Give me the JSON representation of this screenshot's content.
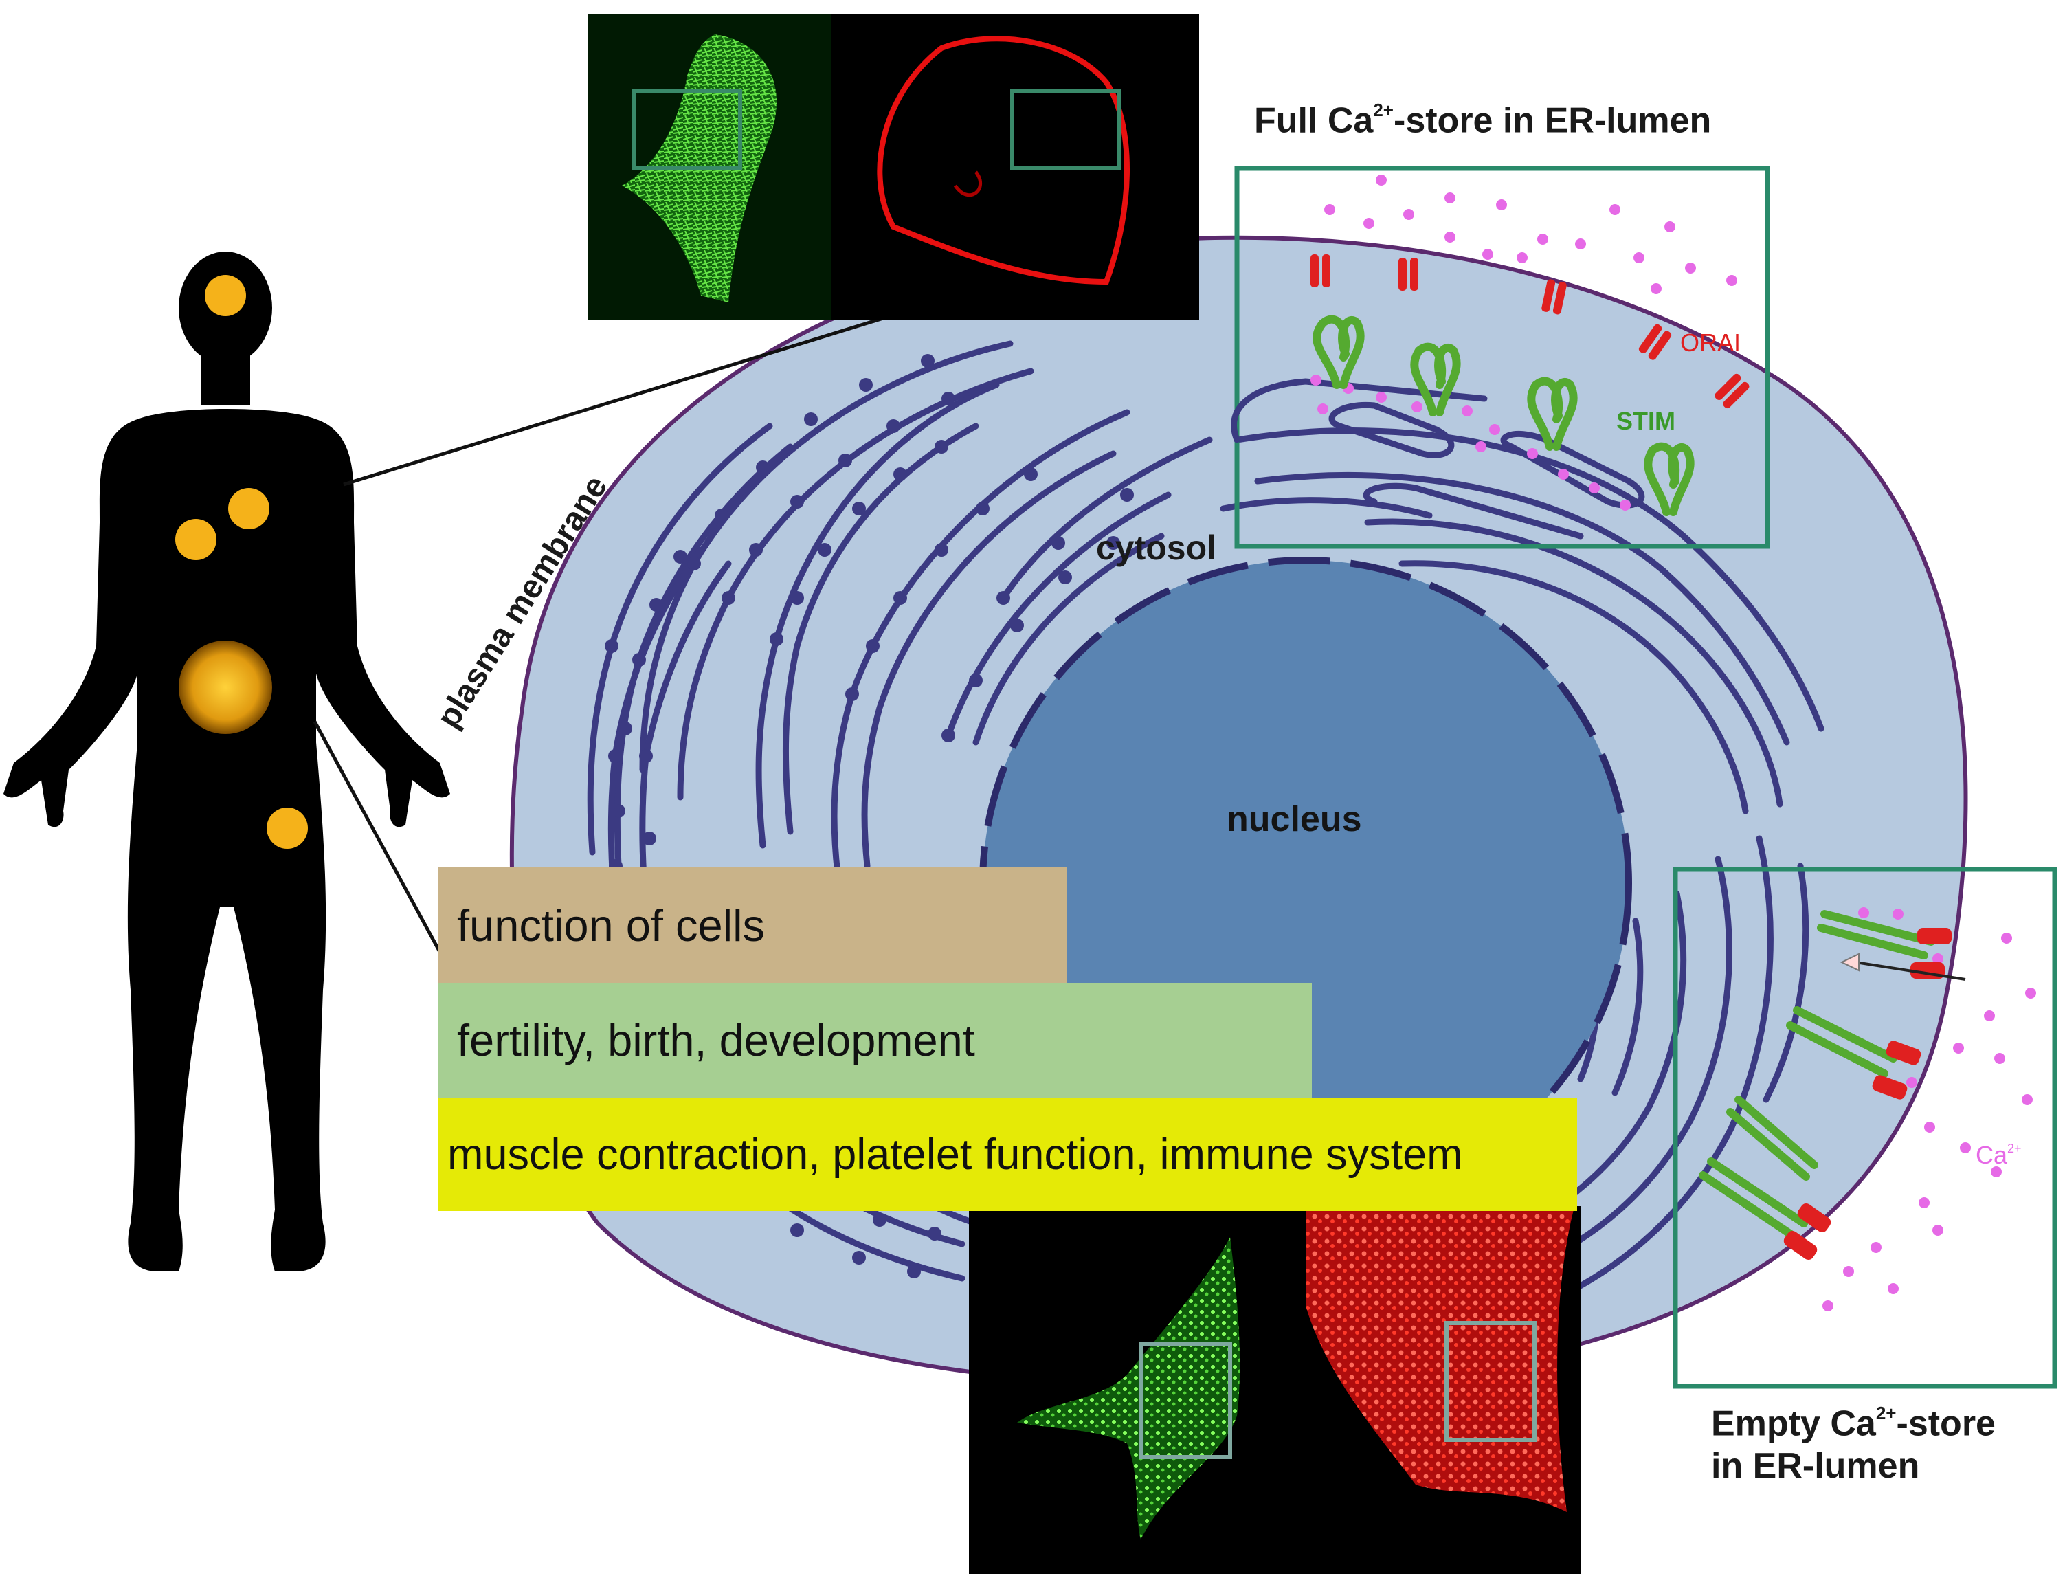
{
  "labels": {
    "full_store_title_pre": "Full Ca",
    "full_store_title_sup": "2+",
    "full_store_title_post": "-store in ER-lumen",
    "empty_store_line1_pre": "Empty Ca",
    "empty_store_line1_sup": "2+",
    "empty_store_line1_post": "-store",
    "empty_store_line2": "in ER-lumen",
    "orai": "ORAI",
    "stim": "STIM",
    "cytosol": "cytosol",
    "nucleus": "nucleus",
    "plasma_membrane": "plasma membrane",
    "ca_ion_pre": "Ca",
    "ca_ion_sup": "2+"
  },
  "functions": [
    {
      "text": "function of cells",
      "color": "#c9b389"
    },
    {
      "text": "fertility, birth, development",
      "color": "#a6cf92"
    },
    {
      "text": "muscle contraction, platelet function, immune system",
      "color": "#e5ea06"
    }
  ],
  "colors": {
    "cell_fill": "#b6c9df",
    "cell_outline": "#5b2a6e",
    "er_stroke": "#3b3a82",
    "nucleus": "#5a84b2",
    "frame": "#2a8a6a",
    "orai": "#e02020",
    "stim": "#55aa30",
    "calcium": "#e66ae6",
    "body": "#000000",
    "organ_dot": "#f5b21a"
  }
}
